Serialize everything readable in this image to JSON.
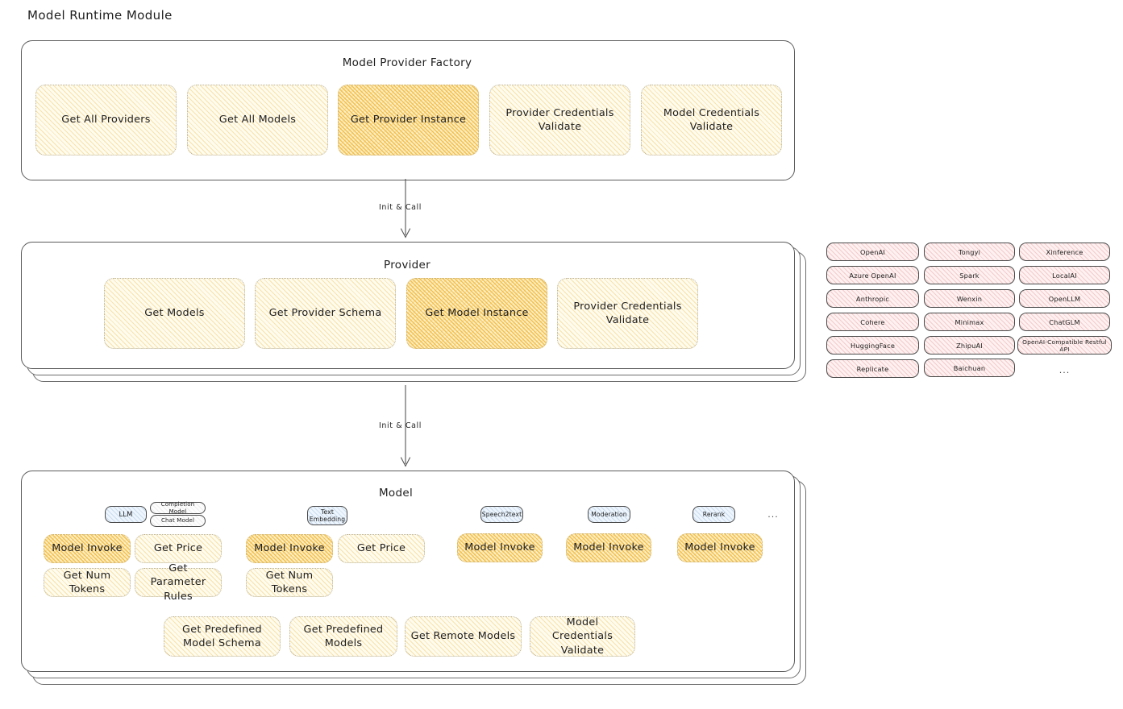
{
  "page": {
    "title": "Model Runtime Module"
  },
  "factory": {
    "title": "Model Provider Factory",
    "ops": [
      {
        "label": "Get All Providers",
        "highlight": false
      },
      {
        "label": "Get All Models",
        "highlight": false
      },
      {
        "label": "Get Provider Instance",
        "highlight": true
      },
      {
        "label": "Provider Credentials Validate",
        "highlight": false
      },
      {
        "label": "Model Credentials Validate",
        "highlight": false
      }
    ]
  },
  "arrows": [
    {
      "label": "Init & Call"
    },
    {
      "label": "Init & Call"
    }
  ],
  "provider": {
    "title": "Provider",
    "ops": [
      {
        "label": "Get Models",
        "highlight": false
      },
      {
        "label": "Get Provider Schema",
        "highlight": false
      },
      {
        "label": "Get Model Instance",
        "highlight": true
      },
      {
        "label": "Provider Credentials Validate",
        "highlight": false
      }
    ]
  },
  "provider_list": {
    "columns": [
      {
        "items": [
          "OpenAI",
          "Azure OpenAI",
          "Anthropic",
          "Cohere",
          "HuggingFace",
          "Replicate"
        ]
      },
      {
        "items": [
          "Tongyi",
          "Spark",
          "Wenxin",
          "Minimax",
          "ZhipuAI",
          "Baichuan"
        ]
      },
      {
        "items": [
          "Xinference",
          "LocalAI",
          "OpenLLM",
          "ChatGLM",
          "OpenAI-Compatible Restful API"
        ]
      }
    ],
    "more": "..."
  },
  "model": {
    "title": "Model",
    "more": "...",
    "types": [
      {
        "badge": "LLM",
        "sub_badges": [
          "Completion Model",
          "Chat Model"
        ],
        "ops": [
          {
            "label": "Model Invoke",
            "highlight": true
          },
          {
            "label": "Get Price",
            "highlight": false
          },
          {
            "label": "Get Num Tokens",
            "highlight": false
          },
          {
            "label": "Get Parameter Rules",
            "highlight": false
          }
        ]
      },
      {
        "badge": "Text Embedding",
        "sub_badges": [],
        "ops": [
          {
            "label": "Model Invoke",
            "highlight": true
          },
          {
            "label": "Get Price",
            "highlight": false
          },
          {
            "label": "Get Num Tokens",
            "highlight": false
          }
        ]
      },
      {
        "badge": "Speech2text",
        "sub_badges": [],
        "ops": [
          {
            "label": "Model Invoke",
            "highlight": true
          }
        ]
      },
      {
        "badge": "Moderation",
        "sub_badges": [],
        "ops": [
          {
            "label": "Model Invoke",
            "highlight": true
          }
        ]
      },
      {
        "badge": "Rerank",
        "sub_badges": [],
        "ops": [
          {
            "label": "Model Invoke",
            "highlight": true
          }
        ]
      }
    ],
    "shared_ops": [
      {
        "label": "Get Predefined Model Schema"
      },
      {
        "label": "Get Predefined Models"
      },
      {
        "label": "Get Remote Models"
      },
      {
        "label": "Model Credentials Validate"
      }
    ]
  },
  "colors": {
    "op_fill": "#fefbef",
    "op_highlight_fill": "#fdeec4",
    "pill_fill": "#fdf1f1",
    "badge_fill": "#eef5fc",
    "stroke": "#5b5b5b"
  }
}
